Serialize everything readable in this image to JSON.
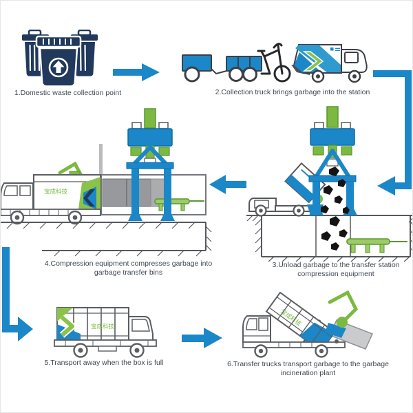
{
  "diagram": {
    "brand": "宝成科技",
    "steps": [
      {
        "num": 1,
        "caption": "1.Domestic waste collection point"
      },
      {
        "num": 2,
        "caption": "2.Collection truck brings garbage into the station"
      },
      {
        "num": 3,
        "caption": "3.Unload garbage to the transfer station compression equipment"
      },
      {
        "num": 4,
        "caption": "4.Compression equipment compresses garbage into garbage transfer bins"
      },
      {
        "num": 5,
        "caption": "5.Transport away when the box is full"
      },
      {
        "num": 6,
        "caption": "6.Transfer trucks transport garbage to the garbage incineration plant"
      }
    ],
    "flow": [
      {
        "from": 1,
        "to": 2,
        "shape": "right"
      },
      {
        "from": 2,
        "to": 3,
        "shape": "right-down-left"
      },
      {
        "from": 3,
        "to": 4,
        "shape": "left"
      },
      {
        "from": 4,
        "to": 5,
        "shape": "down-right"
      },
      {
        "from": 5,
        "to": 6,
        "shape": "right"
      }
    ],
    "colors": {
      "arrow_blue": "#1b87c8",
      "equipment_blue": "#1b87c8",
      "machine_green": "#7cb942",
      "light_green": "#9ccb67",
      "bin_navy": "#20395c",
      "container_gray": "#97999c",
      "chute_gray": "#c9cbcd",
      "caption_text": "#3e4854"
    }
  }
}
